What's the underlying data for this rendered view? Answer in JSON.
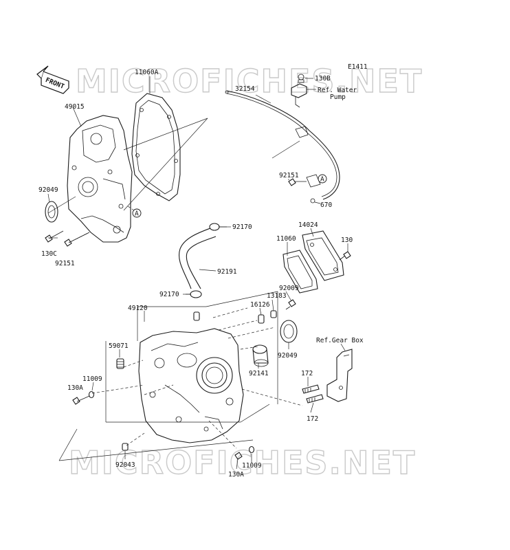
{
  "diagram_code": "E1411",
  "watermark": "MICROFICHES.NET",
  "front_badge": "FRONT",
  "callout_letter": "A",
  "labels": {
    "p11060A": "11060A",
    "p130B": "130B",
    "p32154": "32154",
    "ref_water_pump_1": "Ref. Water",
    "ref_water_pump_2": "Pump",
    "p49015": "49015",
    "p92049_top": "92049",
    "p92151_right": "92151",
    "p670": "670",
    "p130C": "130C",
    "p92151_left": "92151",
    "p92170_top": "92170",
    "p14024": "14024",
    "p11060": "11060",
    "p130": "130",
    "p92191": "92191",
    "p92170_mid": "92170",
    "p92009": "92009",
    "p49120": "49120",
    "p13183": "13183",
    "p16126": "16126",
    "p59071": "59071",
    "p92049_bottom": "92049",
    "ref_gear_box": "Ref.Gear Box",
    "p11009_left": "11009",
    "p130A_left": "130A",
    "p92141": "92141",
    "p172_top": "172",
    "p172_bottom": "172",
    "p92043": "92043",
    "p130A_bottom": "130A",
    "p11009_bottom": "11009"
  }
}
